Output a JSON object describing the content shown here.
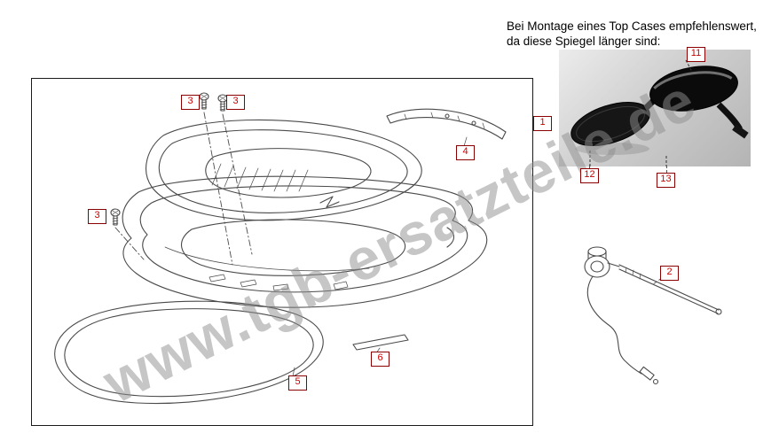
{
  "note": {
    "line1": "Bei Montage eines Top Cases empfehlenswert,",
    "line2": "da diese Spiegel länger sind:"
  },
  "watermark": {
    "text": "www.tgb-ersatzteile.de"
  },
  "callouts": {
    "c1": "1",
    "c2": "2",
    "c3a": "3",
    "c3b": "3",
    "c3c": "3",
    "c4": "4",
    "c5": "5",
    "c6": "6",
    "c11": "11",
    "c12": "12",
    "c13": "13"
  },
  "colors": {
    "callout": "#cc0000",
    "callout_border": "#8b0000",
    "diagram_line": "#4a4a4a",
    "watermark": "#8f8f8f"
  }
}
